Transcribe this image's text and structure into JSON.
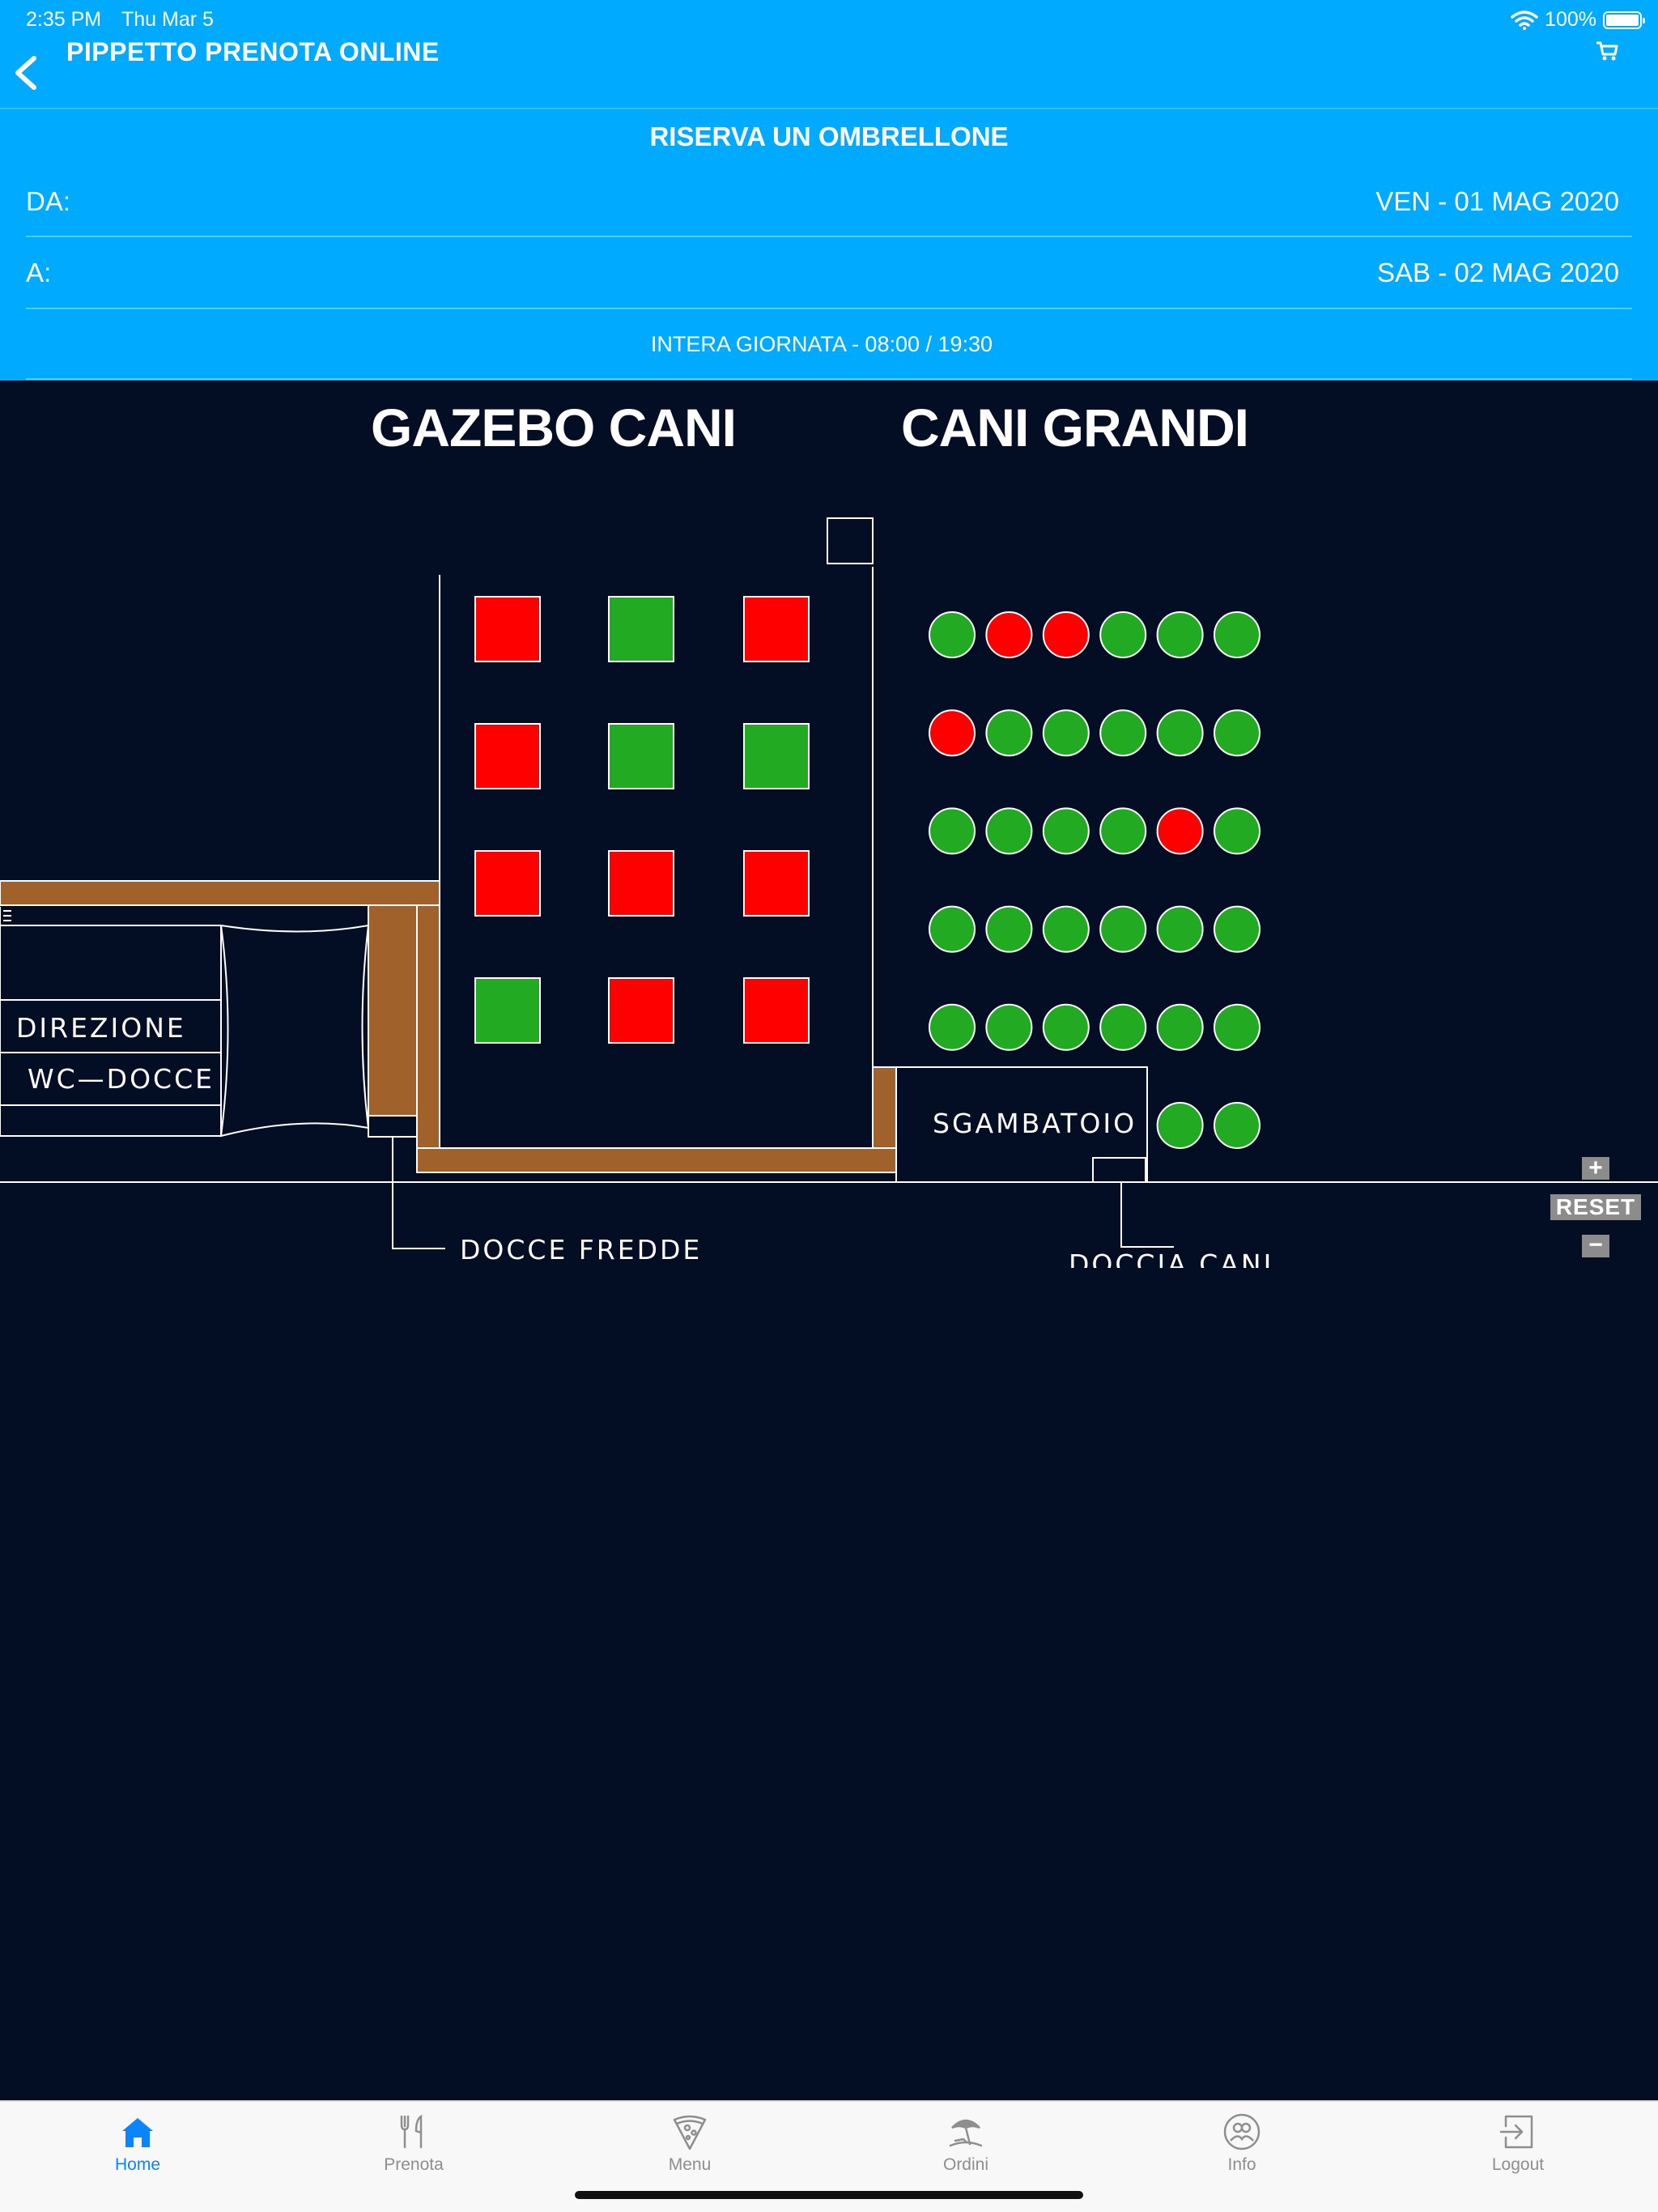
{
  "status_bar": {
    "time": "2:35 PM",
    "date": "Thu Mar 5",
    "battery": "100%"
  },
  "nav": {
    "title": "PIPPETTO PRENOTA ONLINE",
    "back_icon": "chevron-left-icon",
    "cart_icon": "cart-icon"
  },
  "booking": {
    "title": "RISERVA UN OMBRELLONE",
    "from_label": "DA:",
    "from_value": "VEN - 01 MAG 2020",
    "to_label": "A:",
    "to_value": "SAB - 02 MAG 2020",
    "time_slot": "INTERA GIORNATA - 08:00 / 19:30"
  },
  "map": {
    "zone_gazebo": "GAZEBO CANI",
    "zone_grandi": "CANI GRANDI",
    "labels": {
      "direzione": "DIREZIONE",
      "wc_docce": "WC—DOCCE",
      "sgambatoio": "SGAMBATOIO",
      "docce_fredde": "DOCCE  FREDDE",
      "doccia_cani": "DOCCIA  CANI"
    },
    "status_colors": {
      "free": "#22aa22",
      "booked": "#ff0000"
    },
    "gazebo_spots": [
      [
        "booked",
        "free",
        "booked"
      ],
      [
        "booked",
        "free",
        "free"
      ],
      [
        "booked",
        "booked",
        "booked"
      ],
      [
        "free",
        "booked",
        "booked"
      ]
    ],
    "grandi_spots": [
      [
        "free",
        "booked",
        "booked",
        "free",
        "free",
        "free"
      ],
      [
        "booked",
        "free",
        "free",
        "free",
        "free",
        "free"
      ],
      [
        "free",
        "free",
        "free",
        "free",
        "booked",
        "free"
      ],
      [
        "free",
        "free",
        "free",
        "free",
        "free",
        "free"
      ],
      [
        "free",
        "free",
        "free",
        "free",
        "free",
        "free"
      ],
      [
        "free",
        "free"
      ]
    ],
    "zoom": {
      "in": "+",
      "reset": "RESET",
      "out": "−"
    }
  },
  "tabs": [
    {
      "label": "Home",
      "icon": "home-icon",
      "active": true
    },
    {
      "label": "Prenota",
      "icon": "fork-knife-icon",
      "active": false
    },
    {
      "label": "Menu",
      "icon": "pizza-icon",
      "active": false
    },
    {
      "label": "Ordini",
      "icon": "umbrella-icon",
      "active": false
    },
    {
      "label": "Info",
      "icon": "people-icon",
      "active": false
    },
    {
      "label": "Logout",
      "icon": "logout-icon",
      "active": false
    }
  ]
}
